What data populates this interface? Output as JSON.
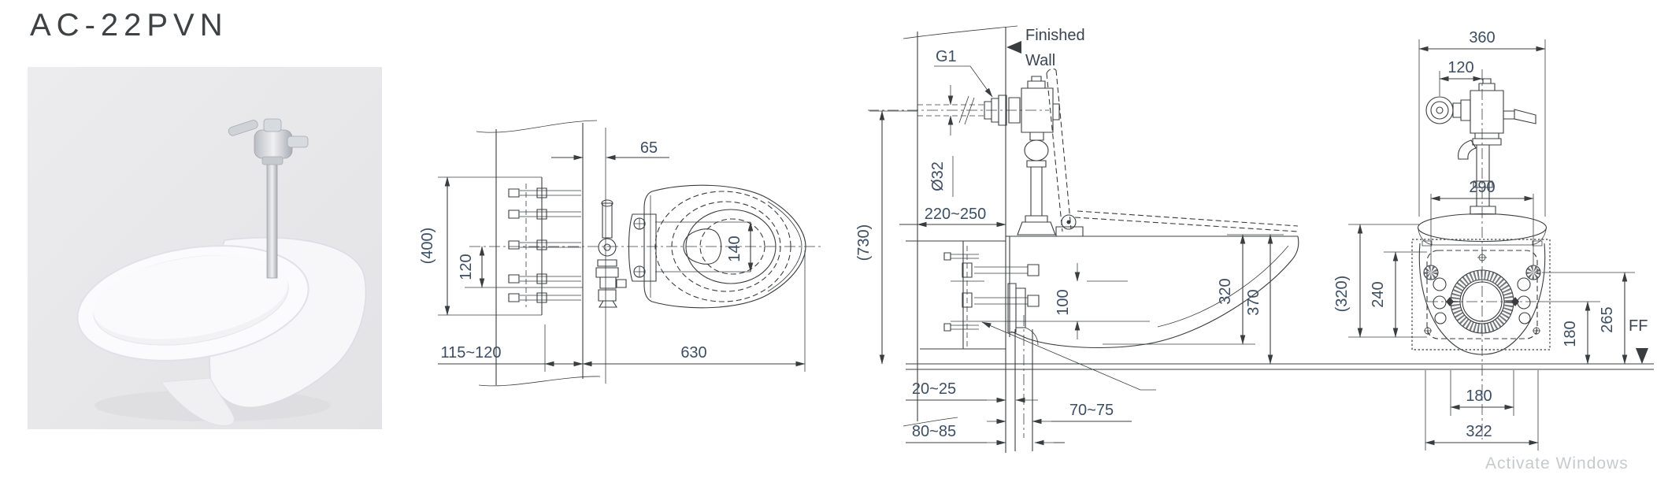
{
  "page": {
    "title": "AC-22PVN",
    "watermark": "Activate Windows"
  },
  "colors": {
    "line": "#3a3d40",
    "dim_text": "#3d4e63",
    "photo_bg": "#e9e9eb",
    "title": "#3f4245"
  },
  "top_view": {
    "dims": {
      "d400": "(400)",
      "d120": "120",
      "d65": "65",
      "d140": "140",
      "d115_120": "115~120",
      "d630": "630"
    }
  },
  "side_view": {
    "labels": {
      "finished": "Finished",
      "wall": "Wall",
      "g1": "G1",
      "dia32": "Ø32"
    },
    "dims": {
      "d220_250": "220~250",
      "d730": "(730)",
      "d100": "100",
      "d320": "320",
      "d370": "370",
      "d20_25": "20~25",
      "d70_75": "70~75",
      "d80_85": "80~85"
    }
  },
  "front_view": {
    "labels": {
      "ff": "FF"
    },
    "dims": {
      "d360": "360",
      "d120": "120",
      "d290": "290",
      "d320": "(320)",
      "d240": "240",
      "d180_side": "180",
      "d265": "265",
      "d180_bottom": "180",
      "d322": "322"
    }
  }
}
